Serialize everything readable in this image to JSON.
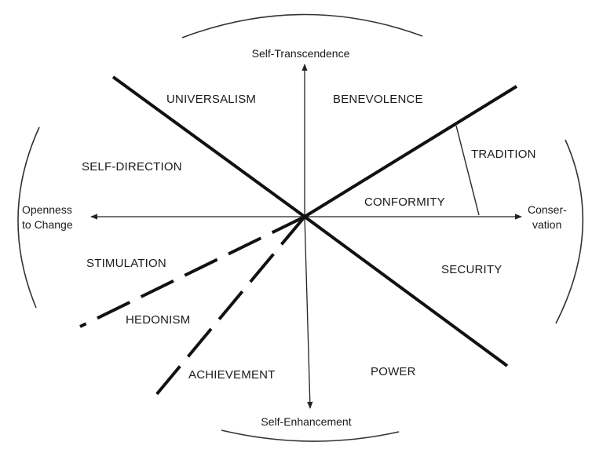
{
  "axes": {
    "top": "Self-Transcendence",
    "bottom": "Self-Enhancement",
    "left": [
      "Openness",
      "to Change"
    ],
    "right": [
      "Conser-",
      "vation"
    ]
  },
  "values": {
    "universalism": "UNIVERSALISM",
    "benevolence": "BENEVOLENCE",
    "self_direction": "SELF-DIRECTION",
    "tradition": "TRADITION",
    "conformity": "CONFORMITY",
    "stimulation": "STIMULATION",
    "security": "SECURITY",
    "hedonism": "HEDONISM",
    "achievement": "ACHIEVEMENT",
    "power": "POWER"
  }
}
